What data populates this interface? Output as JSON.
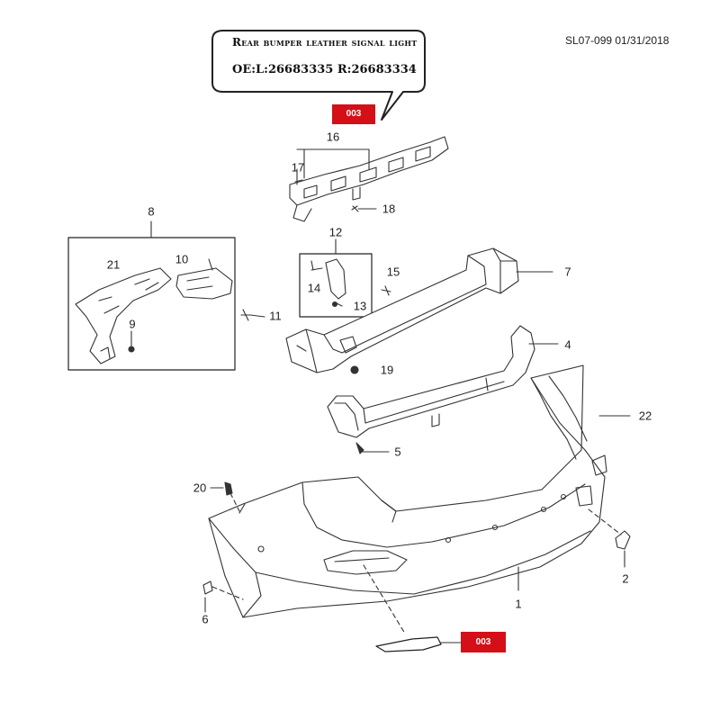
{
  "header": {
    "doc_id": "SL07-099 01/31/2018"
  },
  "bubble": {
    "title": "Rear bumper leather signal light",
    "oe_line": "OE:L:26683335 R:26683334"
  },
  "tags": {
    "top": "003",
    "bottom": "003"
  },
  "callouts": {
    "c1": "1",
    "c2": "2",
    "c4": "4",
    "c5": "5",
    "c6": "6",
    "c7": "7",
    "c8": "8",
    "c9": "9",
    "c10": "10",
    "c11": "11",
    "c12": "12",
    "c13": "13",
    "c14": "14",
    "c15": "15",
    "c16": "16",
    "c17": "17",
    "c18": "18",
    "c19": "19",
    "c20": "20",
    "c21": "21",
    "c22": "22"
  },
  "colors": {
    "tag_red": "#d40f17",
    "line": "#333333"
  }
}
